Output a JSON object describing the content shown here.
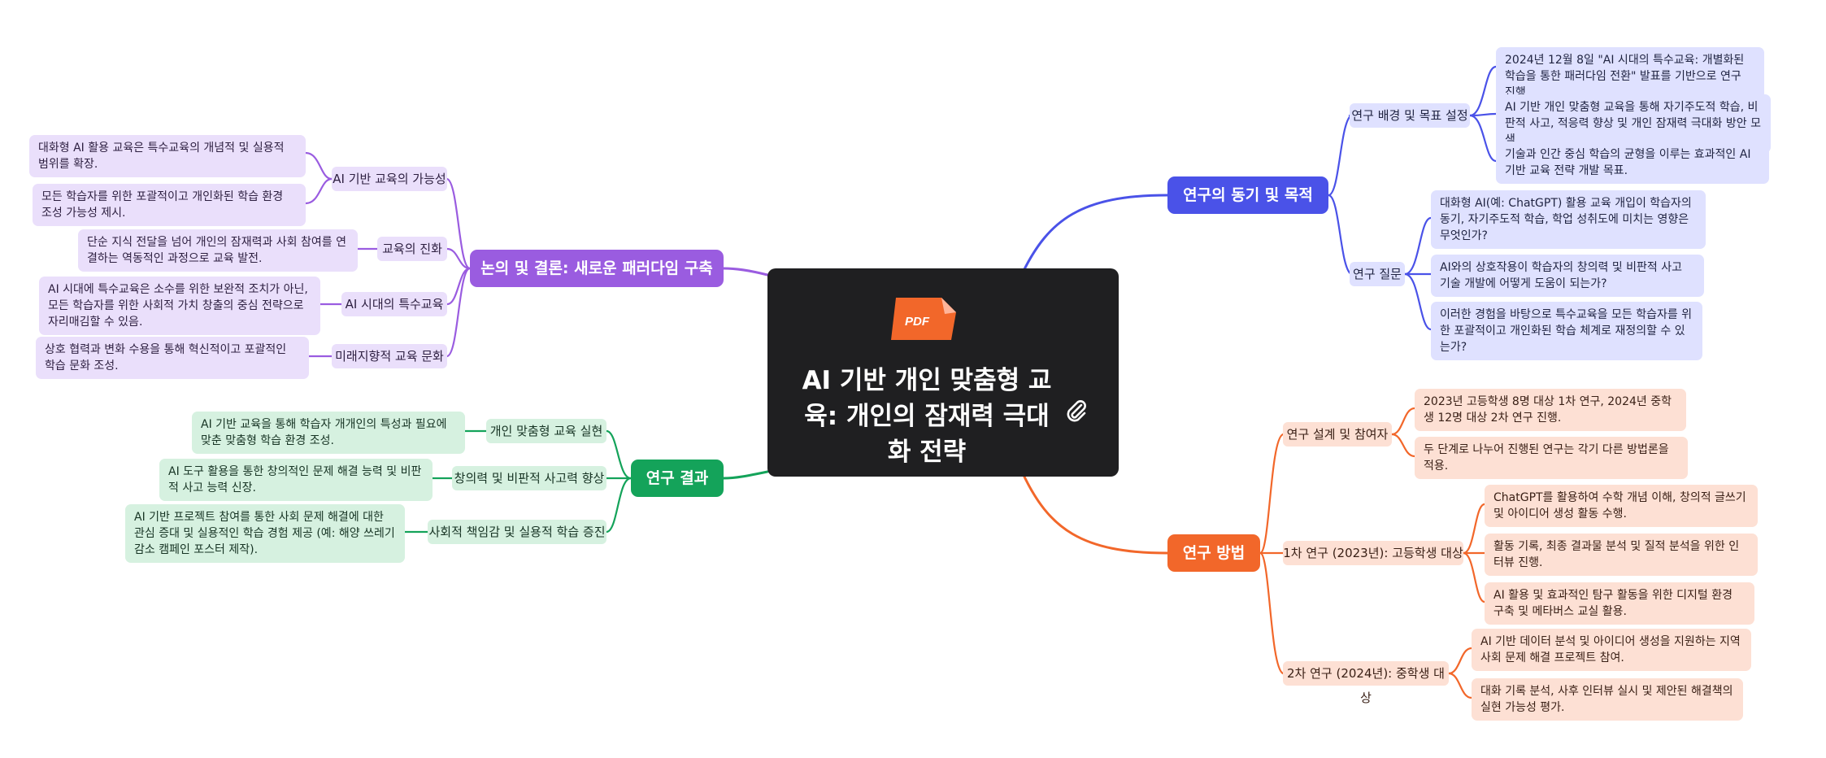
{
  "center": {
    "title": "AI 기반 개인 맞춤형 교육: 개인의 잠재력 극대화 전략",
    "file_icon_label": "PDF",
    "icons": [
      "pdf-file-icon",
      "paperclip-icon"
    ]
  },
  "branches": {
    "motivation": {
      "label": "연구의 동기 및 목적",
      "color": "#4a52e8",
      "sub1": {
        "label": "연구 배경 및 목표 설정",
        "leaves": [
          "2024년 12월 8일 \"AI 시대의 특수교육: 개별화된 학습을 통한 패러다임 전환\" 발표를 기반으로 연구 진행.",
          "AI 기반 개인 맞춤형 교육을 통해 자기주도적 학습, 비판적 사고, 적응력 향상 및 개인 잠재력 극대화 방안 모색.",
          "기술과 인간 중심 학습의 균형을 이루는 효과적인 AI 기반 교육 전략 개발 목표."
        ]
      },
      "sub2": {
        "label": "연구 질문",
        "leaves": [
          "대화형 AI(예: ChatGPT) 활용 교육 개입이 학습자의 동기, 자기주도적 학습, 학업 성취도에 미치는 영향은 무엇인가?",
          "AI와의 상호작용이 학습자의 창의력 및 비판적 사고 기술 개발에 어떻게 도움이 되는가?",
          "이러한 경험을 바탕으로 특수교육을 모든 학습자를 위한 포괄적이고 개인화된 학습 체계로 재정의할 수 있는가?"
        ]
      }
    },
    "method": {
      "label": "연구 방법",
      "color": "#f2672a",
      "sub1": {
        "label": "연구 설계 및 참여자",
        "leaves": [
          "2023년 고등학생 8명 대상 1차 연구, 2024년 중학생 12명 대상 2차 연구 진행.",
          "두 단계로 나누어 진행된 연구는 각기 다른 방법론을 적용."
        ]
      },
      "sub2": {
        "label": "1차 연구 (2023년): 고등학생 대상",
        "leaves": [
          "ChatGPT를 활용하여 수학 개념 이해, 창의적 글쓰기 및 아이디어 생성 활동 수행.",
          "활동 기록, 최종 결과물 분석 및 질적 분석을 위한 인터뷰 진행.",
          "AI 활용 및 효과적인 탐구 활동을 위한 디지털 환경 구축 및 메타버스 교실 활용."
        ]
      },
      "sub3": {
        "label": "2차 연구 (2024년): 중학생 대상",
        "leaves": [
          "AI 기반 데이터 분석 및 아이디어 생성을 지원하는 지역사회 문제 해결 프로젝트 참여.",
          "대화 기록 분석, 사후 인터뷰 실시 및 제안된 해결책의 실현 가능성 평가."
        ]
      }
    },
    "results": {
      "label": "연구 결과",
      "color": "#14a35a",
      "sub1": {
        "label": "개인 맞춤형 교육 실현",
        "leaves": [
          "AI 기반 교육을 통해 학습자 개개인의 특성과 필요에 맞춘 맞춤형 학습 환경 조성."
        ]
      },
      "sub2": {
        "label": "창의력 및 비판적 사고력 향상",
        "leaves": [
          "AI 도구 활용을 통한 창의적인 문제 해결 능력 및 비판적 사고 능력 신장."
        ]
      },
      "sub3": {
        "label": "사회적 책임감 및 실용적 학습 증진",
        "leaves": [
          "AI 기반 프로젝트 참여를 통한 사회 문제 해결에 대한 관심 증대 및 실용적인 학습 경험 제공 (예: 해양 쓰레기 감소 캠페인 포스터 제작)."
        ]
      }
    },
    "discussion": {
      "label": "논의 및 결론: 새로운 패러다임 구축",
      "color": "#9a5ce0",
      "sub1": {
        "label": "AI 기반 교육의 가능성",
        "leaves": [
          "대화형 AI 활용 교육은 특수교육의 개념적 및 실용적 범위를 확장.",
          "모든 학습자를 위한 포괄적이고 개인화된 학습 환경 조성 가능성 제시."
        ]
      },
      "sub2": {
        "label": "교육의 진화",
        "leaves": [
          "단순 지식 전달을 넘어 개인의 잠재력과 사회 참여를 연결하는 역동적인 과정으로 교육 발전."
        ]
      },
      "sub3": {
        "label": "AI 시대의 특수교육",
        "leaves": [
          "AI 시대에 특수교육은 소수를 위한 보완적 조치가 아닌, 모든 학습자를 위한 사회적 가치 창출의 중심 전략으로 자리매김할 수 있음."
        ]
      },
      "sub4": {
        "label": "미래지향적 교육 문화",
        "leaves": [
          "상호 협력과 변화 수용을 통해 혁신적이고 포괄적인 학습 문화 조성."
        ]
      }
    }
  }
}
